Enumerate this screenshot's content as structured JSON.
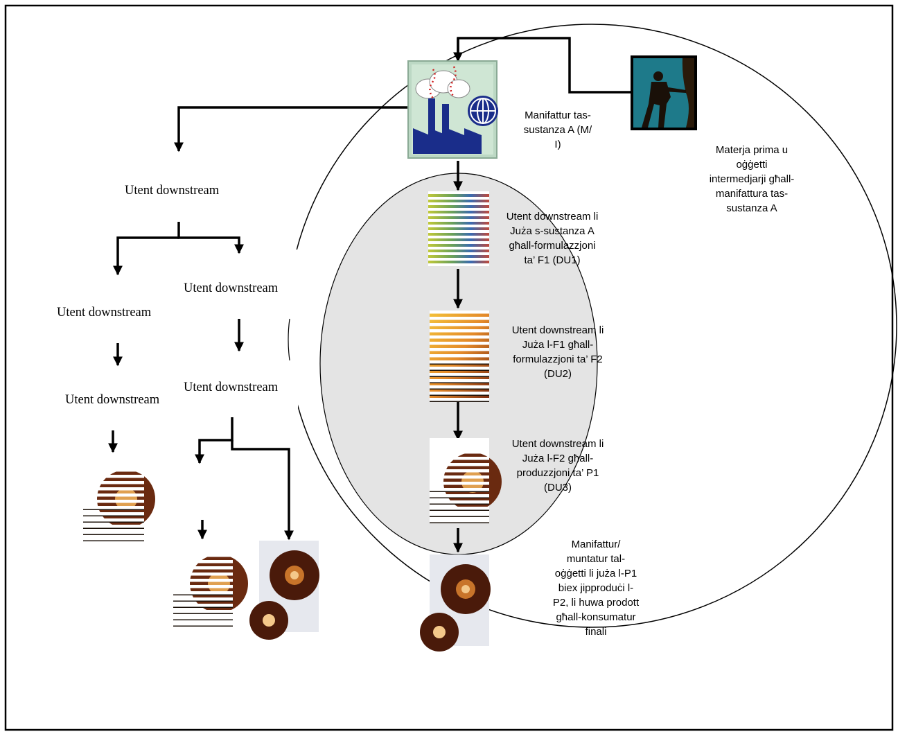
{
  "diagram": {
    "manufacturer_label": "Manifattur tas-\nsustanza A (M/\nI)",
    "raw_material_label": "Materja prima u\noġġetti\nintermedjarji għall-\nmanifattura tas-\nsustanza A",
    "du1_label": "Utent downstream li\nJuża s-sustanza A\ngħall-formulazzjoni\nta’ F1 (DU1)",
    "du2_label": "Utent downstream li\nJuża l-F1 għall-\nformulazzjoni ta’ F2\n(DU2)",
    "du3_label": "Utent downstream li\nJuża l-F2 għall-\nproduzzjoni ta’ P1\n(DU3)",
    "final_label": "Manifattur/\nmuntatur tal-\noġġetti li juża l-P1\nbiex jipproduċi l-\nP2, li huwa prodott\ngħall-konsumatur\nfinali",
    "utent_top": "Utent downstream",
    "utent_mid_left": "Utent downstream",
    "utent_mid_right": "Utent downstream",
    "utent_lower_left": "Utent downstream",
    "utent_lower_right": "Utent downstream"
  },
  "icons": {
    "factory": "factory-icon",
    "globe": "globe-icon",
    "worker": "miner-worker-icon",
    "gear": "gears-icon",
    "strip_images": "striped-thumbnail-icon"
  },
  "colors": {
    "outline": "#000000",
    "inner_circle_fill": "#e4e4e4",
    "factory_bg": "#bcd8c4",
    "factory_body": "#1a2d8a",
    "worker_bg": "#1e7a8a",
    "gear_brown": "#4a1a0a",
    "gear_copper": "#c8742a"
  }
}
